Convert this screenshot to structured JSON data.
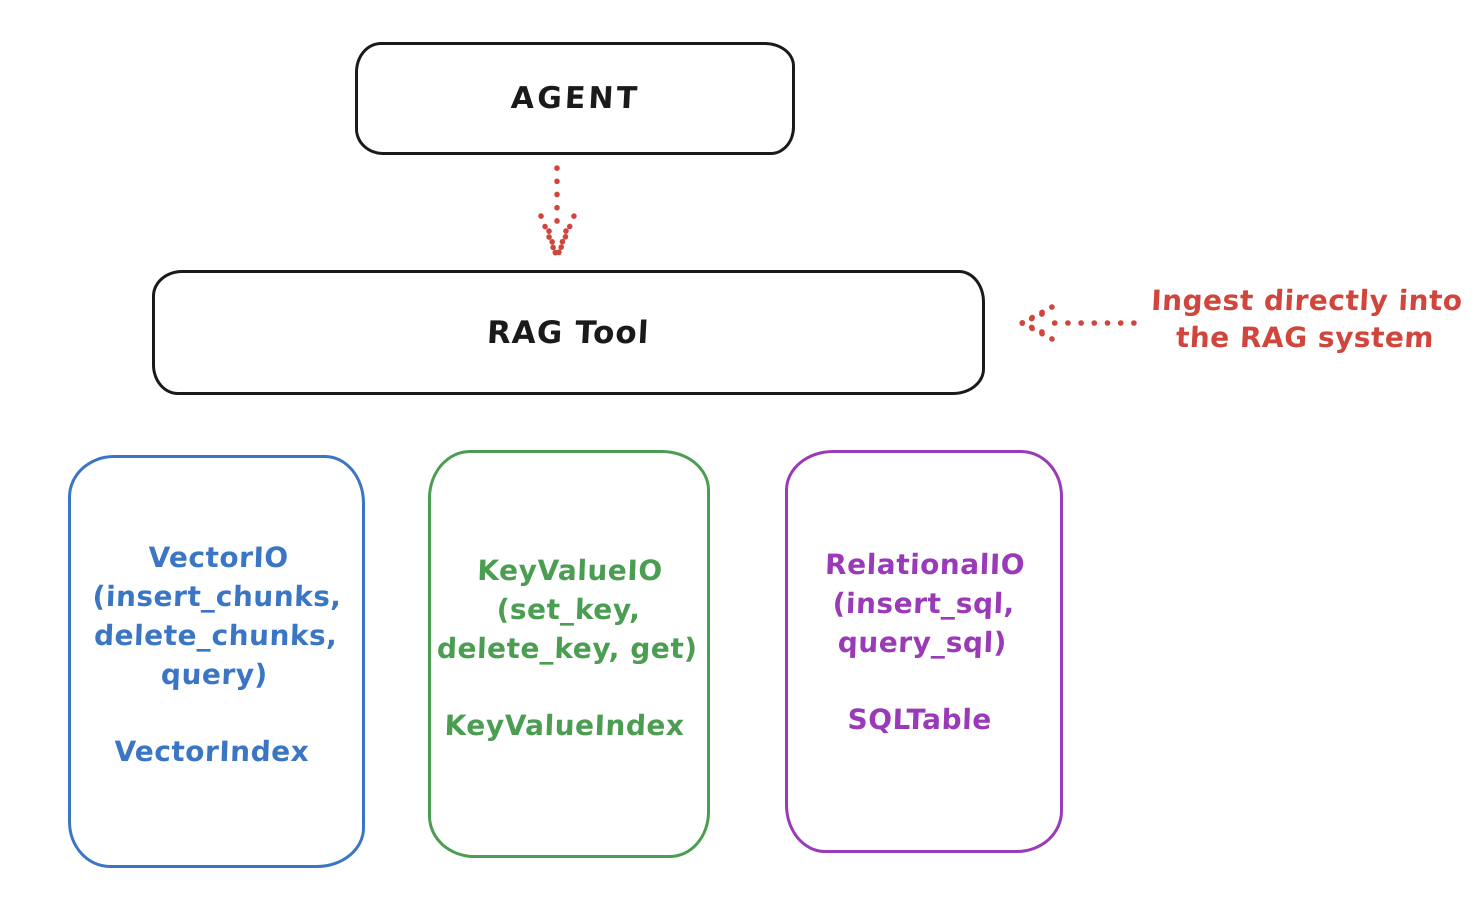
{
  "diagram": {
    "agent": {
      "label": "AGENT"
    },
    "rag_tool": {
      "label": "RAG Tool"
    },
    "annotation": {
      "line1": "Ingest directly into",
      "line2": "the RAG system",
      "color": "#d0453c"
    },
    "backends": [
      {
        "title": "VectorIO",
        "lines": [
          "(insert_chunks,",
          "delete_chunks,",
          "query)"
        ],
        "index": "VectorIndex",
        "color": "#3b76c4"
      },
      {
        "title": "KeyValueIO",
        "lines": [
          "(set_key,",
          "delete_key, get)"
        ],
        "index": "KeyValueIndex",
        "color": "#4a9d51"
      },
      {
        "title": "RelationalIO",
        "lines": [
          "(insert_sql,",
          "query_sql)"
        ],
        "index": "SQLTable",
        "color": "#9a3ab8"
      }
    ]
  },
  "colors": {
    "node_border": "#1a1a1a",
    "arrow_red": "#d0453c",
    "background": "#ffffff"
  }
}
